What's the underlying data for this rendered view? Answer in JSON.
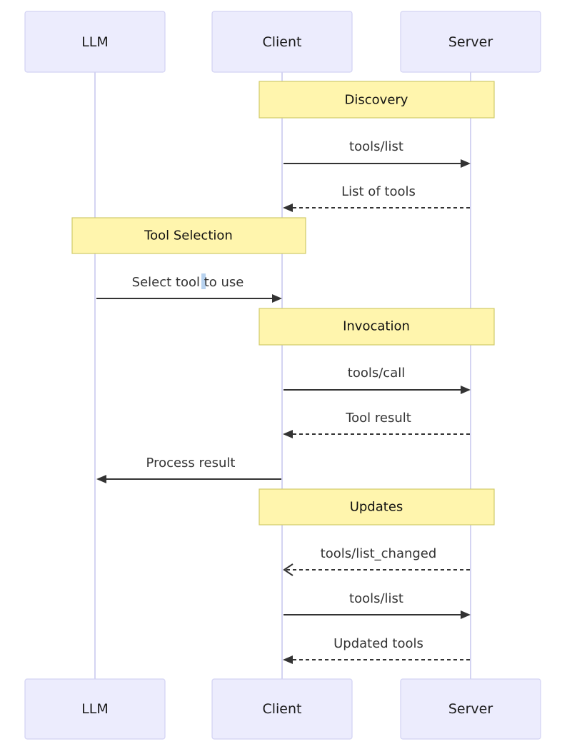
{
  "participants": [
    {
      "id": "llm",
      "label": "LLM"
    },
    {
      "id": "client",
      "label": "Client"
    },
    {
      "id": "server",
      "label": "Server"
    }
  ],
  "notes": [
    {
      "id": "discovery",
      "label": "Discovery",
      "over": [
        "client",
        "server"
      ]
    },
    {
      "id": "tool-selection",
      "label": "Tool Selection",
      "over": [
        "llm",
        "client"
      ]
    },
    {
      "id": "invocation",
      "label": "Invocation",
      "over": [
        "client",
        "server"
      ]
    },
    {
      "id": "updates",
      "label": "Updates",
      "over": [
        "client",
        "server"
      ]
    }
  ],
  "messages": [
    {
      "from": "client",
      "to": "server",
      "label": "tools/list",
      "style": "solid"
    },
    {
      "from": "server",
      "to": "client",
      "label": "List of tools",
      "style": "dashed"
    },
    {
      "from": "llm",
      "to": "client",
      "label": "Select tool to use",
      "style": "solid"
    },
    {
      "from": "client",
      "to": "server",
      "label": "tools/call",
      "style": "solid"
    },
    {
      "from": "server",
      "to": "client",
      "label": "Tool result",
      "style": "dashed"
    },
    {
      "from": "client",
      "to": "llm",
      "label": "Process result",
      "style": "solid"
    },
    {
      "from": "server",
      "to": "client",
      "label": "tools/list_changed",
      "style": "dashed-open"
    },
    {
      "from": "client",
      "to": "server",
      "label": "tools/list",
      "style": "solid"
    },
    {
      "from": "server",
      "to": "client",
      "label": "Updated tools",
      "style": "dashed"
    }
  ],
  "colors": {
    "actor_fill": "#ececfd",
    "note_fill": "#fff5ad",
    "arrow": "#333333"
  }
}
